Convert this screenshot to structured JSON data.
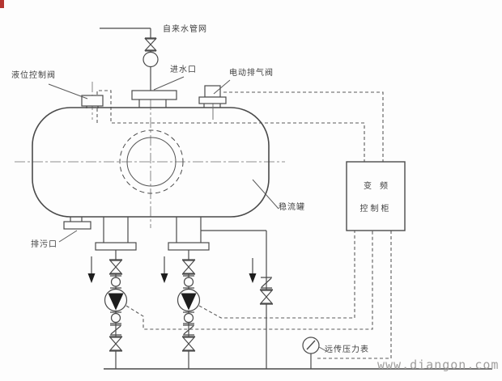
{
  "diagram": {
    "labels": {
      "tap_water_network": "自来水管网",
      "level_control_valve": "液位控制阀",
      "water_inlet": "进水口",
      "electric_exhaust_valve": "电动排气阀",
      "cabinet_line1": "变　频",
      "cabinet_line2": "控制柜",
      "steady_flow_tank": "稳流罐",
      "drain_outlet": "排污口",
      "remote_pressure_gauge": "远传压力表"
    },
    "watermark": {
      "text": "www.diangon.com"
    },
    "colors": {
      "line": "#4a4a4a",
      "dashed_wire": "#5a5a5a",
      "pump_fill": "#1d1d1d",
      "label_text": "#3e3e3e",
      "watermark_text": "#a09f9e",
      "corner_mark": "#b43530",
      "background": "#fdfdfd"
    }
  }
}
